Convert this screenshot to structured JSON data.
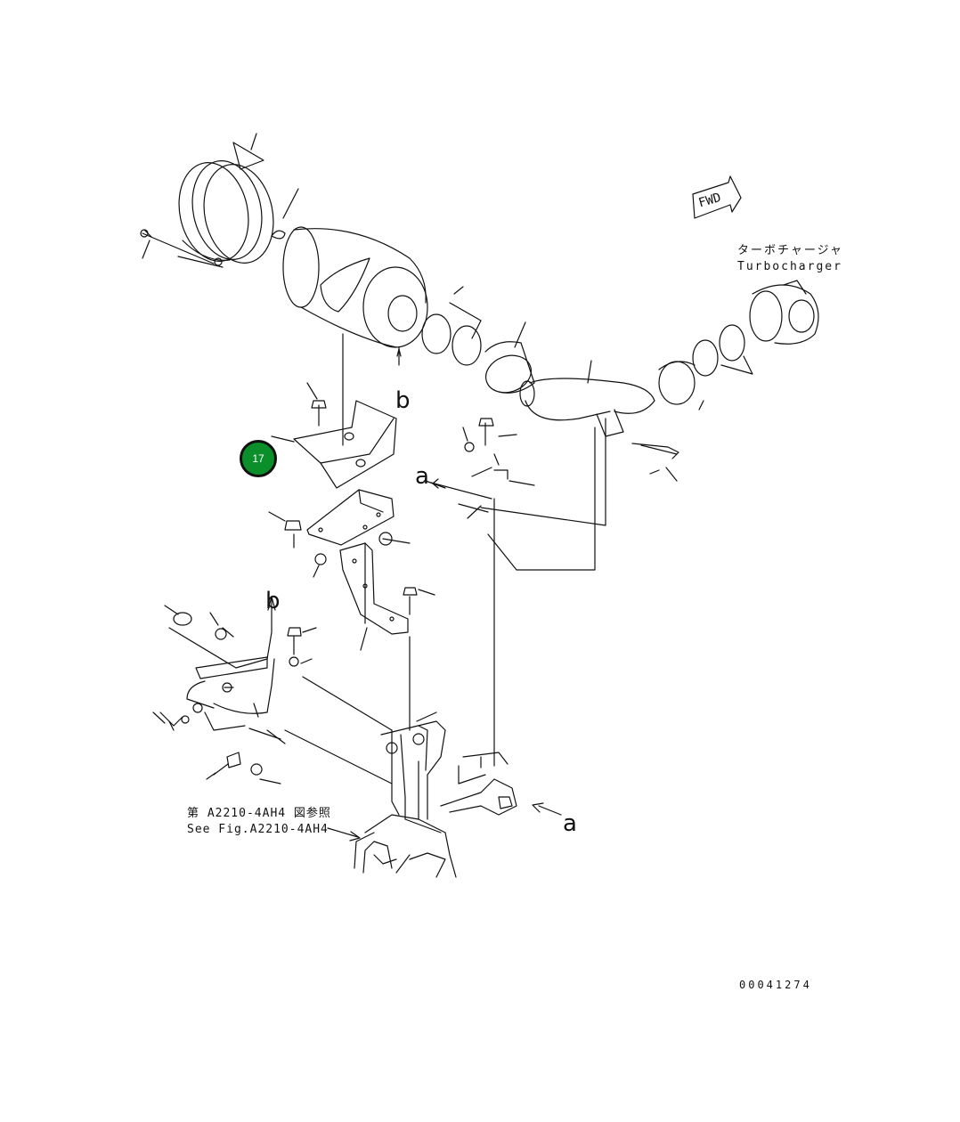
{
  "labels": {
    "turbo_jp": "ターボチャージャ",
    "turbo_en": "Turbocharger",
    "fwd": "FWD",
    "ref_jp": "第 A2210-4AH4 図参照",
    "ref_en": "See Fig.A2210-4AH4",
    "a_top": "a",
    "a_bottom": "a",
    "b_top": "b",
    "b_bottom": "b",
    "drawing_no": "00041274"
  },
  "callout": {
    "number": "17",
    "color": "#0a8f2a"
  },
  "colors": {
    "line": "#111111",
    "background": "#ffffff"
  }
}
